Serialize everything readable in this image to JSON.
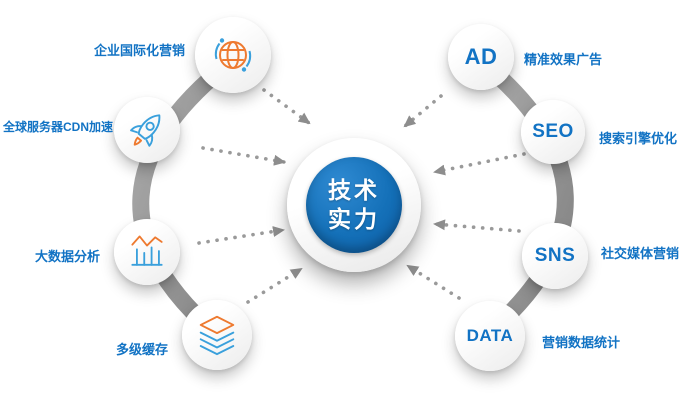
{
  "center": {
    "label_line1": "技术",
    "label_line2": "实力"
  },
  "left_nodes": [
    {
      "label": "企业国际化营销",
      "icon": "globe-icon"
    },
    {
      "label": "全球服务器CDN加速",
      "icon": "rocket-icon"
    },
    {
      "label": "大数据分析",
      "icon": "bar-chart-icon"
    },
    {
      "label": "多级缓存",
      "icon": "layers-icon"
    }
  ],
  "right_nodes": [
    {
      "letter": "AD",
      "label": "精准效果广告"
    },
    {
      "letter": "SEO",
      "label": "搜索引擎优化"
    },
    {
      "letter": "SNS",
      "label": "社交媒体营销"
    },
    {
      "letter": "DATA",
      "label": "营销数据统计"
    }
  ],
  "colors": {
    "label_blue": "#1273c4",
    "icon_orange": "#ee7a30",
    "icon_blue": "#3aa0dc",
    "center_blue": "#0f62a9",
    "band_gray": "#9a9a9a",
    "circle_white": "#ffffff"
  }
}
